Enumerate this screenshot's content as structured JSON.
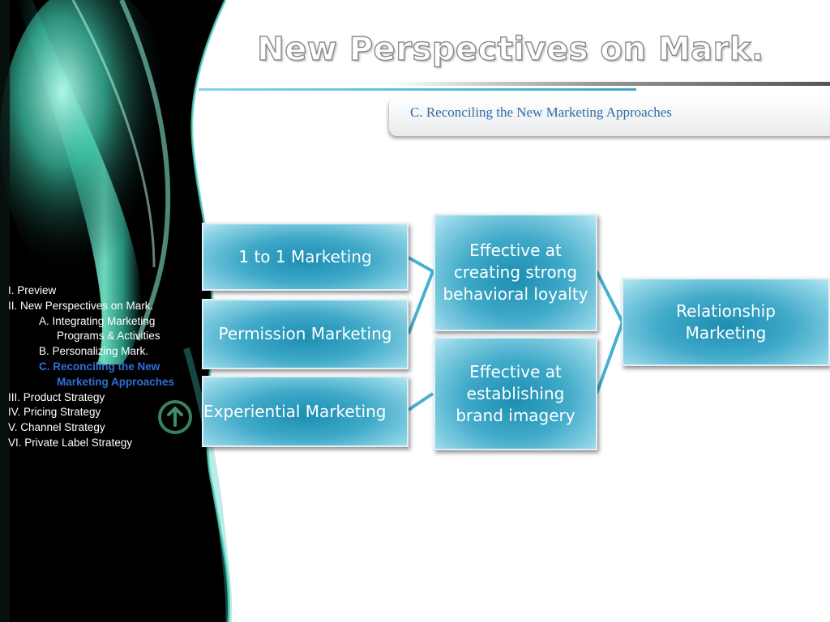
{
  "title": "New Perspectives on Mark.",
  "subtitle": "C. Reconciling the New Marketing Approaches",
  "nav": {
    "items": [
      {
        "text": "I.  Preview",
        "level": "top",
        "active": false
      },
      {
        "text": "II. New Perspectives on Mark.",
        "level": "top",
        "active": false
      },
      {
        "text": "A. Integrating Marketing",
        "level": "sub",
        "active": false
      },
      {
        "text": "Programs & Activities",
        "level": "cont",
        "active": false
      },
      {
        "text": "B. Personalizing Mark.",
        "level": "sub",
        "active": false
      },
      {
        "text": "C. Reconciling the New",
        "level": "sub",
        "active": true
      },
      {
        "text": "Marketing Approaches",
        "level": "cont",
        "active": true
      },
      {
        "text": "III. Product Strategy",
        "level": "top",
        "active": false
      },
      {
        "text": "IV. Pricing Strategy",
        "level": "top",
        "active": false
      },
      {
        "text": "V. Channel Strategy",
        "level": "top",
        "active": false
      },
      {
        "text": "VI. Private Label Strategy",
        "level": "top",
        "active": false
      }
    ]
  },
  "diagram": {
    "approaches": [
      "1 to 1 Marketing",
      "Permission Marketing",
      "Experiential Marketing"
    ],
    "effects": [
      [
        "Effective at",
        "creating strong",
        "behavioral loyalty"
      ],
      [
        "Effective at",
        "establishing",
        "brand imagery"
      ]
    ],
    "result": [
      "Relationship",
      "Marketing"
    ]
  },
  "colors": {
    "box_center": "#1c8eb2",
    "box_edge": "#b9e6f1",
    "connector": "#46b2d0",
    "nav_active": "#2f6fd6",
    "subtitle_text": "#2e6aa8",
    "sidebar_glow": "#54e0c0"
  },
  "icons": {
    "up_button": "up-arrow-circle-icon"
  }
}
